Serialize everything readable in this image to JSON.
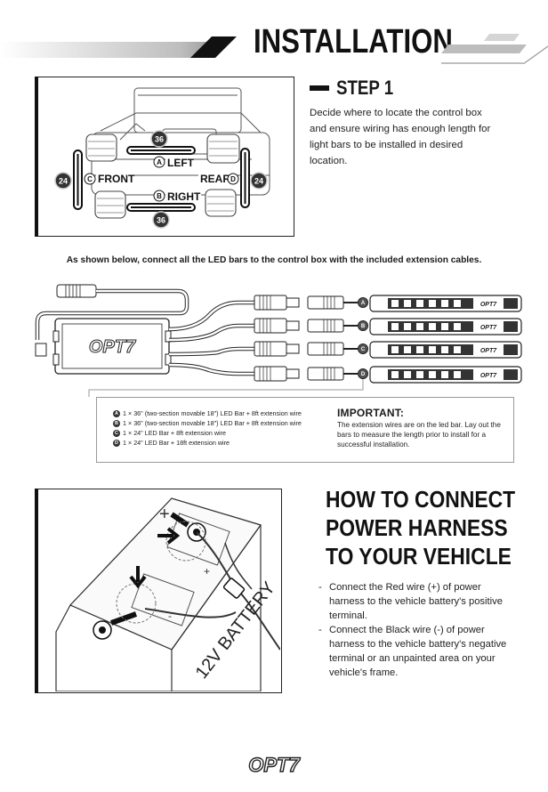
{
  "header": {
    "title": "INSTALLATION"
  },
  "step1": {
    "title": "STEP 1",
    "body": "Decide where to locate the control box and ensure wiring has enough length for light bars to be installed in desired location."
  },
  "vehicle_diagram": {
    "labels": {
      "front": "FRONT",
      "rear": "REAR",
      "left": "LEFT",
      "right": "RIGHT",
      "a": "A",
      "b": "B",
      "c": "C",
      "d": "D",
      "size_36_top": "36",
      "size_36_bottom": "36",
      "size_24_left": "24",
      "size_24_right": "24"
    }
  },
  "wiring_intro": "As shown below, connect all the LED bars to the control box with the included extension cables.",
  "wiring_diagram": {
    "control_box_logo": "OPT7",
    "bar_logo": "OPT7",
    "channel_labels": [
      "A",
      "B",
      "C",
      "D"
    ]
  },
  "legend": {
    "items": [
      {
        "badge": "A",
        "text": "1 × 36\" (two-section movable 18\") LED Bar + 8ft extension wire"
      },
      {
        "badge": "B",
        "text": "1 × 36\" (two-section movable 18\") LED Bar + 8ft extension wire"
      },
      {
        "badge": "C",
        "text": "1 × 24\" LED Bar + 8ft extension wire"
      },
      {
        "badge": "D",
        "text": "1 × 24\" LED Bar + 18ft extension wire"
      }
    ],
    "important_title": "IMPORTANT:",
    "important_body": "The extension wires are on the led bar. Lay out the bars to measure the length prior to install for a successful installation."
  },
  "battery_diagram": {
    "battery_label": "12V BATTERY",
    "plus": "+",
    "minus": "-"
  },
  "how_to": {
    "title_lines": [
      "HOW TO CONNECT",
      "POWER HARNESS",
      "TO YOUR VEHICLE"
    ],
    "bullets": [
      "Connect the Red wire (+) of power harness to the vehicle battery's positive terminal.",
      "Connect the Black wire (-) of power harness to the vehicle battery's negative terminal or an unpainted area on your vehicle's frame."
    ]
  },
  "footer": {
    "logo": "OPT7"
  }
}
